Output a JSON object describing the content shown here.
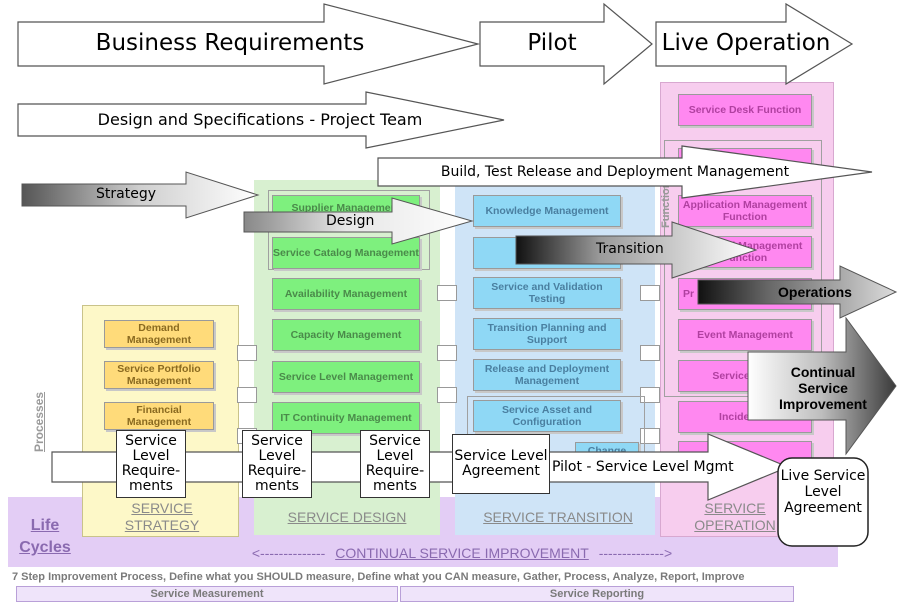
{
  "top_arrows": {
    "business": "Business Requirements",
    "pilot": "Pilot",
    "live": "Live Operation"
  },
  "design_spec": "Design and Specifications -  Project Team",
  "flow_arrows": {
    "build": "Build, Test Release and Deployment Management",
    "strategy": "Strategy",
    "design": "Design",
    "transition": "Transition",
    "operations": "Operations",
    "csi": "Continual Service Improvement",
    "pilot_slm": "Pilot - Service Level Mgmt"
  },
  "strategy_processes": [
    "Demand Management",
    "Service Portfolio Management",
    "Financial Management"
  ],
  "design_processes": [
    "Supplier Management",
    "Service Catalog Management",
    "Availability Management",
    "Capacity Management",
    "Service Level Management",
    "IT Continuity Management"
  ],
  "transition_processes": [
    "Knowledge Management",
    "Service and Validation Testing",
    "Transition Planning and Support",
    "Release and Deployment Management",
    "Service Asset and Configuration",
    "Change"
  ],
  "operation_processes": [
    "Service Desk Function",
    "Application Management Function",
    "Technical Management Function",
    "Pr",
    "Event Management",
    "Service Fulfil",
    "Incident M"
  ],
  "functions_label": "Functions",
  "processes_label": "Processes",
  "slr_boxes": [
    "Service Level Require-ments",
    "Service Level Require-ments",
    "Service Level Require-ments"
  ],
  "sla_box": "Service Level Agreement",
  "live_sla": "Live Service Level Agreement",
  "phases": {
    "strategy": "SERVICE STRATEGY",
    "design": "SERVICE DESIGN",
    "transition": "SERVICE TRANSITION",
    "operation": "SERVICE OPERATION"
  },
  "lifecycles": "Life Cycles",
  "csi_banner": {
    "left_arrow": "<--------------",
    "label": "CONTINUAL SERVICE IMPROVEMENT",
    "right_arrow": "-------------->"
  },
  "improvement_text": "7 Step Improvement Process, Define what you SHOULD measure, Define what you CAN measure, Gather, Process, Analyze, Report, Improve",
  "measurement": "Service Measurement",
  "reporting": "Service Reporting",
  "colors": {
    "strategy": "#fdf8c8",
    "design": "#d8f0d0",
    "transition": "#cfe4f7",
    "operation": "#f7cdee",
    "lifecycle": "#e3cdf5"
  }
}
